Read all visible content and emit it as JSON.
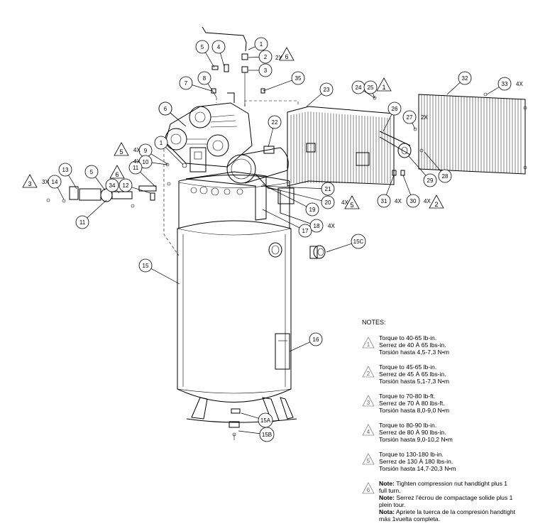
{
  "callouts": [
    {
      "id": "c1",
      "label": "1"
    },
    {
      "id": "c2",
      "label": "2"
    },
    {
      "id": "c3",
      "label": "3"
    },
    {
      "id": "c4",
      "label": "4"
    },
    {
      "id": "c5",
      "label": "5"
    },
    {
      "id": "c6",
      "label": "6"
    },
    {
      "id": "c7",
      "label": "7"
    },
    {
      "id": "c8",
      "label": "8"
    },
    {
      "id": "c35",
      "label": "35"
    },
    {
      "id": "c23",
      "label": "23"
    },
    {
      "id": "c24",
      "label": "24"
    },
    {
      "id": "c25",
      "label": "25"
    },
    {
      "id": "c32",
      "label": "32"
    },
    {
      "id": "c33",
      "label": "33"
    },
    {
      "id": "c26",
      "label": "26"
    },
    {
      "id": "c27",
      "label": "27"
    },
    {
      "id": "c22",
      "label": "22"
    },
    {
      "id": "c6b",
      "label": "6"
    },
    {
      "id": "c9",
      "label": "9"
    },
    {
      "id": "c1b",
      "label": "1"
    },
    {
      "id": "c10",
      "label": "10"
    },
    {
      "id": "c13",
      "label": "13"
    },
    {
      "id": "c5b",
      "label": "5"
    },
    {
      "id": "c14",
      "label": "14"
    },
    {
      "id": "c34",
      "label": "34"
    },
    {
      "id": "c12",
      "label": "12"
    },
    {
      "id": "c11",
      "label": "11"
    },
    {
      "id": "c11b",
      "label": "11"
    },
    {
      "id": "c21",
      "label": "21"
    },
    {
      "id": "c20",
      "label": "20"
    },
    {
      "id": "c19",
      "label": "19"
    },
    {
      "id": "c17",
      "label": "17"
    },
    {
      "id": "c18",
      "label": "18"
    },
    {
      "id": "c29",
      "label": "29"
    },
    {
      "id": "c28",
      "label": "28"
    },
    {
      "id": "c31",
      "label": "31"
    },
    {
      "id": "c30",
      "label": "30"
    },
    {
      "id": "c15C",
      "label": "15C"
    },
    {
      "id": "c15",
      "label": "15"
    },
    {
      "id": "c16",
      "label": "16"
    },
    {
      "id": "c15A",
      "label": "15A"
    },
    {
      "id": "c15B",
      "label": "15B"
    }
  ],
  "quantities": [
    {
      "id": "q2x_top",
      "label": "2X"
    },
    {
      "id": "q4x_33",
      "label": "4X"
    },
    {
      "id": "q2x_27",
      "label": "2X"
    },
    {
      "id": "q4x_9",
      "label": "4X"
    },
    {
      "id": "q4x_10",
      "label": "4X"
    },
    {
      "id": "q3x_14",
      "label": "3X"
    },
    {
      "id": "q4x_20",
      "label": "4X"
    },
    {
      "id": "q4x_18",
      "label": "4X"
    },
    {
      "id": "q4x_31",
      "label": "4X"
    },
    {
      "id": "q4x_30",
      "label": "4X"
    }
  ],
  "torque_flags": [
    {
      "id": "t6_top",
      "label": "6"
    },
    {
      "id": "t1_25",
      "label": "1"
    },
    {
      "id": "t5_9",
      "label": "5"
    },
    {
      "id": "t6_11",
      "label": "6"
    },
    {
      "id": "t3_14",
      "label": "3"
    },
    {
      "id": "t5_20",
      "label": "5"
    },
    {
      "id": "t2_30",
      "label": "2"
    }
  ],
  "notes": {
    "title": "NOTES:",
    "items": [
      {
        "number": "1",
        "lines": [
          "Torque to 40-65 lb-in.",
          "Serrez de 40 À 65 lbs-in.",
          "Torsión hasta 4,5-7,3 N•m"
        ]
      },
      {
        "number": "2",
        "lines": [
          "Torque to 45-65 lb-in.",
          "Serrez de 45 À 65 lbs-in.",
          "Torsión hasta 5,1-7,3 N•m"
        ]
      },
      {
        "number": "3",
        "lines": [
          "Torque to 70-80 lb-ft.",
          "Serrez de 70 À 80 lbs-ft.",
          "Torsión hasta 8,0-9,0 N•m"
        ]
      },
      {
        "number": "4",
        "lines": [
          "Torque to 80-90 lb-in.",
          "Serrez de 80 À 90 lbs-in.",
          "Torsión hasta 9,0-10,2 N•m"
        ]
      },
      {
        "number": "5",
        "lines": [
          "Torque to 130-180 lb-in.",
          "Serrez de 130 À 180 lbs-in.",
          "Torsión hasta 14,7-20,3 N•m"
        ]
      }
    ],
    "note6": {
      "number": "6",
      "en_label": "Note:",
      "en_text": " Tighten compression nut handtight plus 1",
      "en_text2": "full turn.",
      "fr_label": "Note:",
      "fr_text": " Serrez l'écrou de compactage solide plus 1",
      "fr_text2": "plein tour.",
      "es_label": "Nota:",
      "es_text": " Apriete la tuerca de la compresión handtight",
      "es_text2": "más 1vuelta completa."
    }
  }
}
